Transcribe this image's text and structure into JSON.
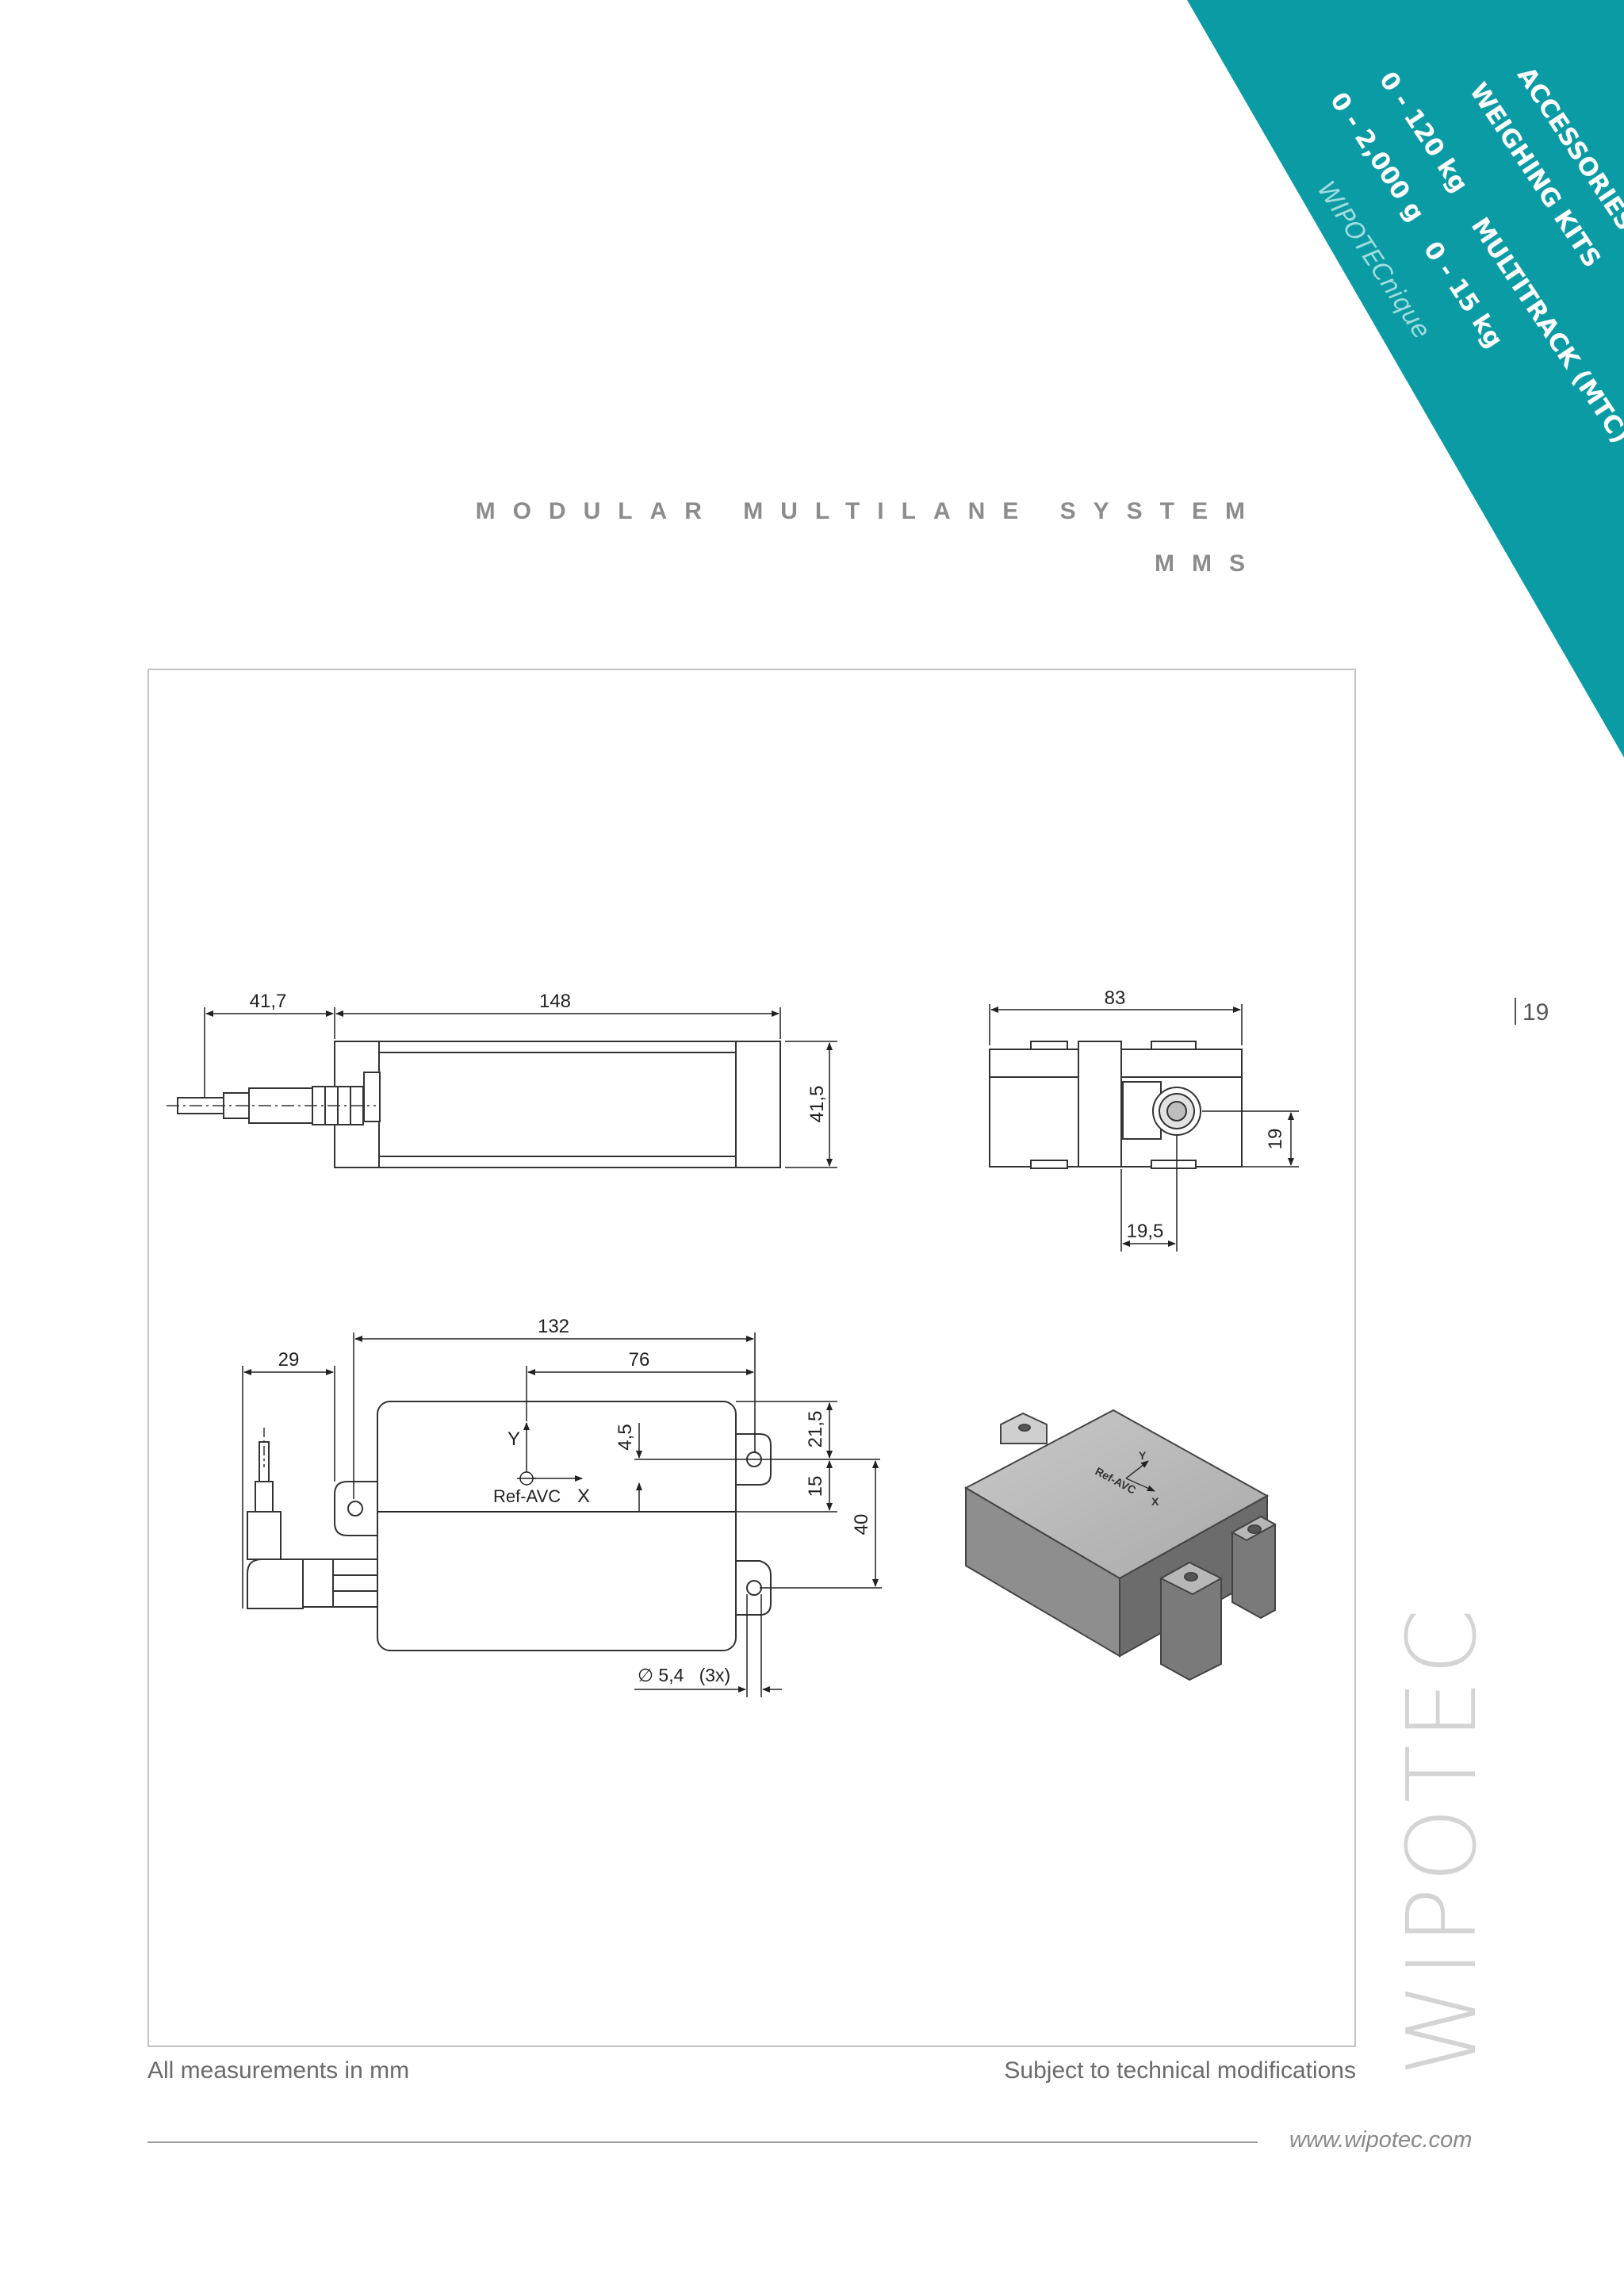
{
  "corner": {
    "color": "#0a9ba4",
    "labels": {
      "accessories": "ACCESSORIES",
      "weighing_kits": "WEIGHING KITS",
      "range_120": "0 - 120 kg",
      "multitrack": "MULTITRACK (MTC)",
      "range_2000": "0 - 2,000 g",
      "range_15": "0 - 15 kg",
      "wipotecnique": "WIPOTECnique"
    }
  },
  "heading": {
    "line1": "MODULAR MULTILANE SYSTEM",
    "line2": "MMS"
  },
  "drawing": {
    "side_view": {
      "dim_plug": "41,7",
      "dim_length": "148",
      "dim_height": "41,5"
    },
    "end_view": {
      "dim_width": "83",
      "dim_connector_height": "19",
      "dim_connector_offset": "19,5"
    },
    "top_view": {
      "dim_plug": "29",
      "dim_length": "132",
      "dim_ref_x": "76",
      "dim_ref_y": "4,5",
      "dim_hole_top": "21,5",
      "dim_hole_mid": "15",
      "dim_hole_span": "40",
      "hole_note": "∅ 5,4   (3x)",
      "axis_y": "Y",
      "axis_x": "X",
      "ref_label": "Ref-AVC"
    },
    "iso_view": {
      "ref_label": "Ref-AVC",
      "axis_x": "X",
      "axis_y": "Y"
    }
  },
  "page_number": "19",
  "brand_wordmark": "WIPOTEC",
  "notes": {
    "left": "All measurements in mm",
    "right": "Subject to technical modifications"
  },
  "website": "www.wipotec.com"
}
